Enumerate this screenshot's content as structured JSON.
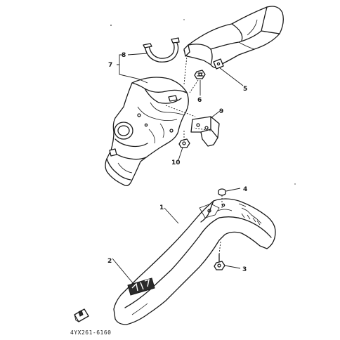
{
  "diagram": {
    "callouts": [
      {
        "id": "1",
        "label": "1"
      },
      {
        "id": "2",
        "label": "2"
      },
      {
        "id": "3",
        "label": "3"
      },
      {
        "id": "4",
        "label": "4"
      },
      {
        "id": "5",
        "label": "5"
      },
      {
        "id": "6",
        "label": "6"
      },
      {
        "id": "7",
        "label": "7"
      },
      {
        "id": "8",
        "label": "8"
      },
      {
        "id": "9",
        "label": "9"
      },
      {
        "id": "10",
        "label": "10"
      }
    ],
    "part_code": "4YX261-6160"
  }
}
